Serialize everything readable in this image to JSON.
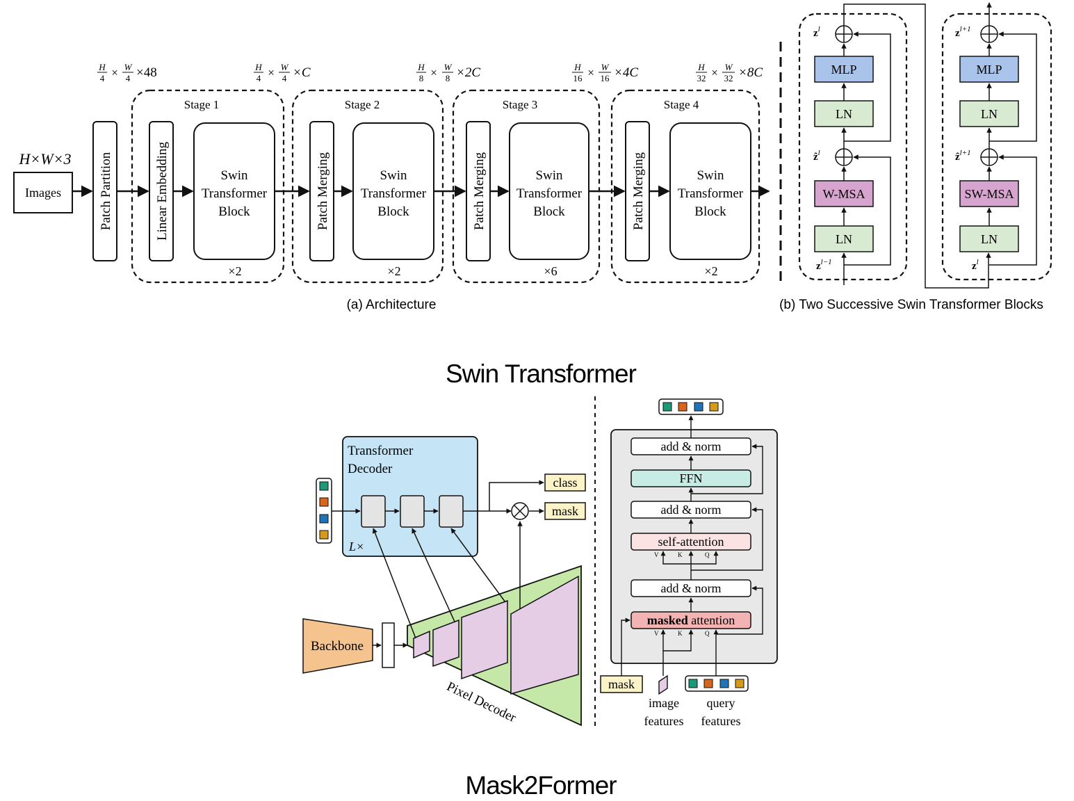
{
  "swin": {
    "title": "Swin Transformer",
    "input_dims": "H×W×3",
    "images_label": "Images",
    "patch_partition": "Patch Partition",
    "linear_embedding": "Linear Embedding",
    "patch_merging": "Patch Merging",
    "block_lines": [
      "Swin",
      "Transformer",
      "Block"
    ],
    "stages": [
      {
        "label": "Stage 1",
        "repeat": "×2"
      },
      {
        "label": "Stage 2",
        "repeat": "×2"
      },
      {
        "label": "Stage 3",
        "repeat": "×6"
      },
      {
        "label": "Stage 4",
        "repeat": "×2"
      }
    ],
    "dims": [
      {
        "a": "H",
        "b": "4",
        "c": "W",
        "d": "4",
        "e": "×48"
      },
      {
        "a": "H",
        "b": "4",
        "c": "W",
        "d": "4",
        "e": "×C"
      },
      {
        "a": "H",
        "b": "8",
        "c": "W",
        "d": "8",
        "e": "×2C"
      },
      {
        "a": "H",
        "b": "16",
        "c": "W",
        "d": "16",
        "e": "×4C"
      },
      {
        "a": "H",
        "b": "32",
        "c": "W",
        "d": "32",
        "e": "×8C"
      }
    ],
    "caption_a": "(a) Architecture",
    "caption_b": "(b) Two Successive Swin Transformer Blocks",
    "block1": {
      "mlp": "MLP",
      "ln": "LN",
      "attn": "W-MSA",
      "z_out": "z",
      "z_out_sup": "l",
      "z_mid": "ẑ",
      "z_mid_sup": "l",
      "z_in": "z",
      "z_in_sup": "l−1"
    },
    "block2": {
      "mlp": "MLP",
      "ln": "LN",
      "attn": "SW-MSA",
      "z_out": "z",
      "z_out_sup": "l+1",
      "z_mid": "ẑ",
      "z_mid_sup": "l+1",
      "z_in": "z",
      "z_in_sup": "l"
    }
  },
  "mask2former": {
    "title": "Mask2Former",
    "transformer_decoder_lines": [
      "Transformer",
      "Decoder"
    ],
    "lx": "L×",
    "class_label": "class",
    "mask_label": "mask",
    "backbone": "Backbone",
    "pixel_decoder": "Pixel Decoder",
    "add_norm": "add & norm",
    "ffn": "FFN",
    "self_attention": "self-attention",
    "masked_bold": "masked",
    "masked_rest": " attention",
    "vkq": [
      "V",
      "K",
      "Q"
    ],
    "bottom_mask": "mask",
    "image_features_lines": [
      "image",
      "features"
    ],
    "query_features_lines": [
      "query",
      "features"
    ],
    "query_colors": [
      "#1a9a79",
      "#d9641c",
      "#1f74b8",
      "#d79a18"
    ]
  },
  "colors": {
    "mlp": "#a9c3ea",
    "ln": "#d8ead1",
    "msa": "#d7a4cf",
    "decoder_bg": "#c5e4f5",
    "pixel_decoder": "#c5e8a9",
    "feature_map": "#e6cde6",
    "backbone": "#f5c38e",
    "label_box": "#fdf3c8",
    "ffn": "#c6ece4",
    "self_attn": "#fbe3e3",
    "masked_attn": "#f3b3b3",
    "panel_bg": "#e8e8e8",
    "gray_box": "#e4e4e4"
  }
}
